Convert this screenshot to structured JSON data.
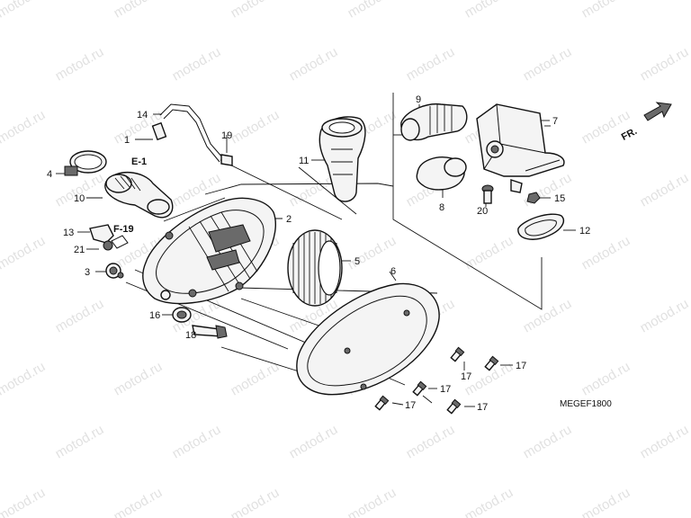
{
  "diagram": {
    "watermark": "motod.ru",
    "figure_code": "MEGEF1800",
    "references": {
      "e1": "E-1",
      "f19": "F-19",
      "fr": "FR."
    },
    "callouts": {
      "c1": "1",
      "c2": "2",
      "c3": "3",
      "c4": "4",
      "c5": "5",
      "c6": "6",
      "c7": "7",
      "c8": "8",
      "c9": "9",
      "c10": "10",
      "c11": "11",
      "c12": "12",
      "c13": "13",
      "c14": "14",
      "c15": "15",
      "c16": "16",
      "c17": "17",
      "c18": "18",
      "c19": "19",
      "c20": "20",
      "c21": "21"
    }
  }
}
